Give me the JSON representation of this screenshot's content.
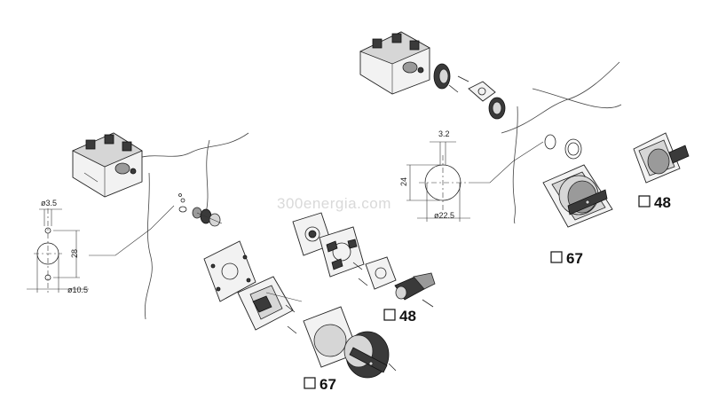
{
  "watermark": "300energia.com",
  "left_assembly": {
    "dimensions": {
      "hole_diameter": "ø3.5",
      "height": "28",
      "bore_diameter": "ø10.5"
    },
    "refs": {
      "insert": "48",
      "handle": "67"
    }
  },
  "right_assembly": {
    "dimensions": {
      "flat": "3.2",
      "height": "24",
      "bore_diameter": "ø22.5"
    },
    "refs": {
      "insert": "48",
      "handle": "67"
    }
  },
  "colors": {
    "line": "#222222",
    "dark_part": "#3a3a3a",
    "watermark": "#d9d9d9"
  }
}
